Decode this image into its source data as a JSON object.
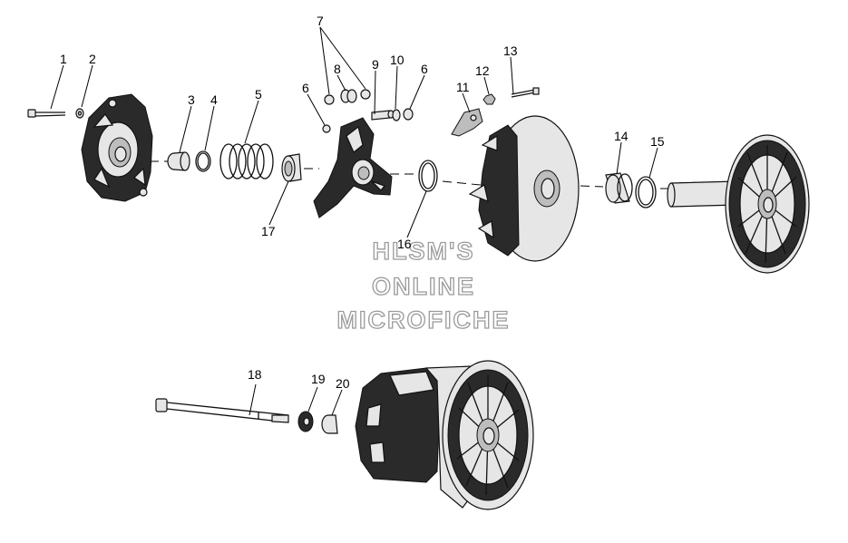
{
  "watermark": {
    "line1": "HLSM'S",
    "line2": "ONLINE",
    "line3": "MICROFICHE"
  },
  "callouts": [
    {
      "id": "c1",
      "text": "1"
    },
    {
      "id": "c2",
      "text": "2"
    },
    {
      "id": "c3",
      "text": "3"
    },
    {
      "id": "c4",
      "text": "4"
    },
    {
      "id": "c5",
      "text": "5"
    },
    {
      "id": "c6a",
      "text": "6"
    },
    {
      "id": "c6b",
      "text": "6"
    },
    {
      "id": "c7",
      "text": "7"
    },
    {
      "id": "c8",
      "text": "8"
    },
    {
      "id": "c9",
      "text": "9"
    },
    {
      "id": "c10",
      "text": "10"
    },
    {
      "id": "c11",
      "text": "11"
    },
    {
      "id": "c12",
      "text": "12"
    },
    {
      "id": "c13",
      "text": "13"
    },
    {
      "id": "c14",
      "text": "14"
    },
    {
      "id": "c15",
      "text": "15"
    },
    {
      "id": "c16",
      "text": "16"
    },
    {
      "id": "c17",
      "text": "17"
    },
    {
      "id": "c18",
      "text": "18"
    },
    {
      "id": "c19",
      "text": "19"
    },
    {
      "id": "c20",
      "text": "20"
    }
  ]
}
